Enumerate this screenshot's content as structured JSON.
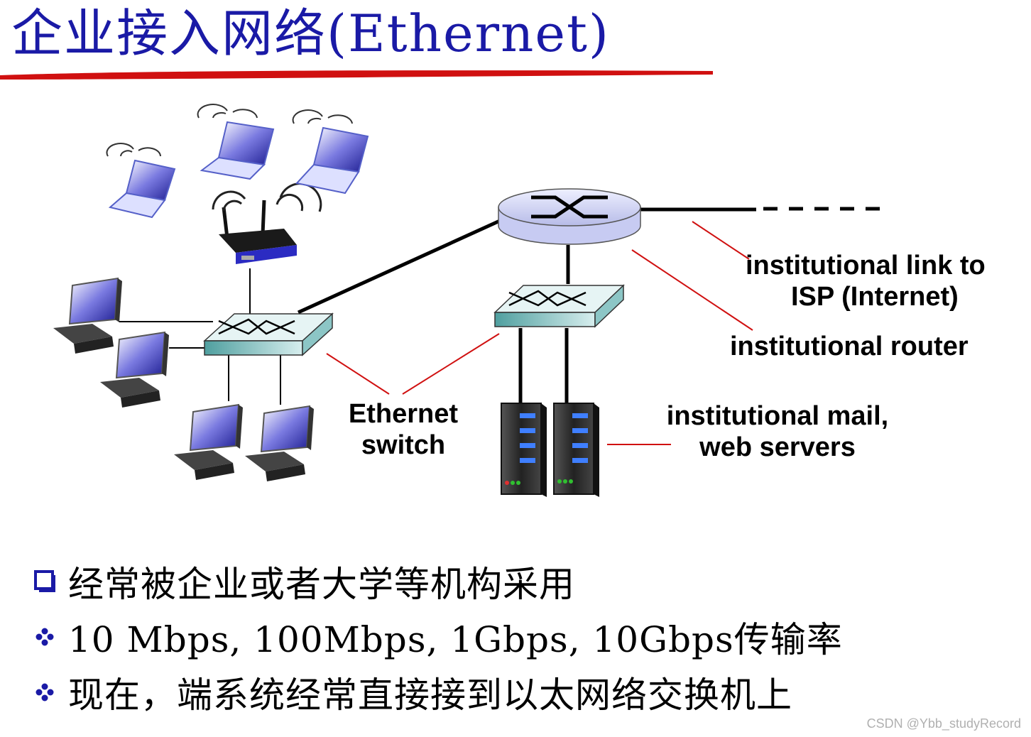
{
  "title": "企业接入网络(Ethernet)",
  "labels": {
    "isp_link_line1": "institutional link to",
    "isp_link_line2": "ISP (Internet)",
    "router": "institutional router",
    "switch_line1": "Ethernet",
    "switch_line2": "switch",
    "servers_line1": "institutional mail,",
    "servers_line2": "web servers"
  },
  "bullets": [
    {
      "marker": "square",
      "text": "经常被企业或者大学等机构采用"
    },
    {
      "marker": "diamond-dots",
      "text": "10 Mbps, 100Mbps, 1Gbps, 10Gbps传输率"
    },
    {
      "marker": "diamond-dots",
      "text": "现在，端系统经常直接接到以太网络交换机上"
    }
  ],
  "watermark": "CSDN @Ybb_studyRecord",
  "colors": {
    "title": "#1a1aa6",
    "rule": "#d01010",
    "callout": "#d01010",
    "bullet": "#1a1aa6"
  },
  "icons": [
    "laptop-icon",
    "wireless-router-icon",
    "desktop-computer-icon",
    "ethernet-switch-icon",
    "router-icon",
    "server-icon"
  ]
}
